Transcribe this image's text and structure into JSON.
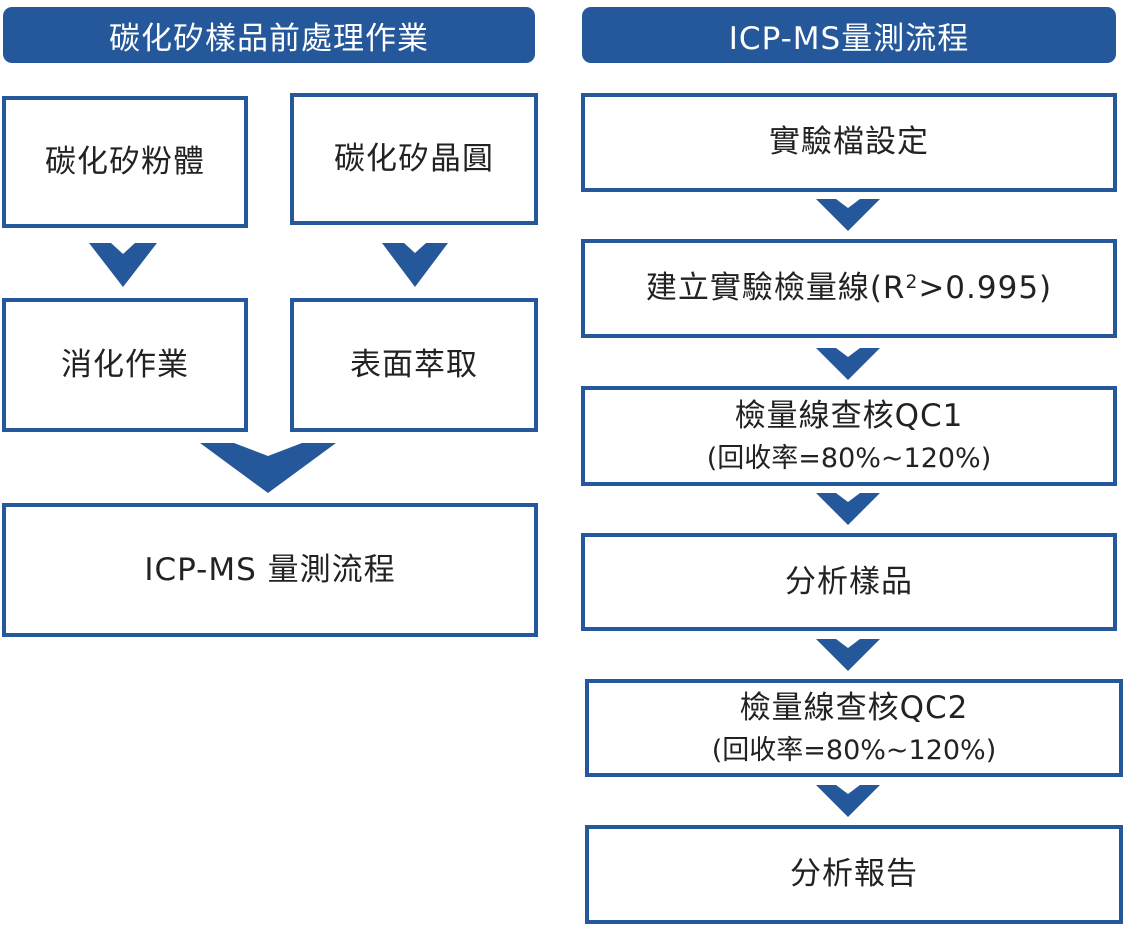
{
  "colors": {
    "accent": "#25589a",
    "text": "#222222",
    "background": "#ffffff"
  },
  "left": {
    "header": "碳化矽樣品前處理作業",
    "powder": "碳化矽粉體",
    "wafer": "碳化矽晶圓",
    "digestion": "消化作業",
    "extraction": "表面萃取",
    "result": "ICP-MS 量測流程"
  },
  "right": {
    "header": "ICP-MS量測流程",
    "steps": {
      "setup": "實驗檔設定",
      "calib_main": "建立實驗檢量線(R",
      "calib_sup": "2",
      "calib_tail": ">0.995)",
      "qc1_line1": "檢量線查核QC1",
      "qc1_line2": "(回收率=80%~120%)",
      "analyze": "分析樣品",
      "qc2_line1": "檢量線查核QC2",
      "qc2_line2": "(回收率=80%~120%)",
      "report": "分析報告"
    }
  }
}
